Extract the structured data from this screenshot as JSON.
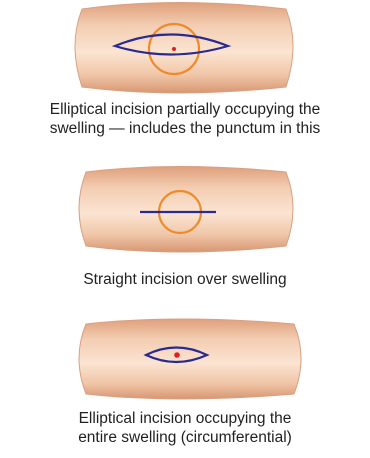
{
  "figure": {
    "panels": [
      {
        "caption": [
          "Elliptical incision partially occupying the",
          "swelling — includes the punctum in this"
        ]
      },
      {
        "caption": [
          "Straight incision over swelling"
        ]
      },
      {
        "caption": [
          "Elliptical incision occupying the",
          "entire swelling (circumferential)"
        ]
      }
    ]
  },
  "colors": {
    "skin_light": "#fbe3cf",
    "skin_dark": "#e4a884",
    "incision": "#2b2a8f",
    "swelling": "#ef8a2a",
    "punctum": "#e02020"
  }
}
